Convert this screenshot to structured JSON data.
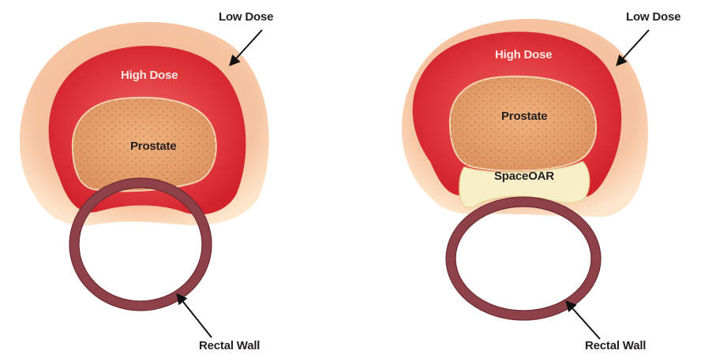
{
  "panels": [
    {
      "id": "without",
      "labels": {
        "low_dose": "Low Dose",
        "high_dose": "High Dose",
        "prostate": "Prostate",
        "rectal_wall": "Rectal Wall"
      }
    },
    {
      "id": "with",
      "labels": {
        "low_dose": "Low Dose",
        "high_dose": "High Dose",
        "prostate": "Prostate",
        "spacer": "SpaceOAR",
        "rectal_wall": "Rectal Wall"
      }
    }
  ],
  "colors": {
    "low_dose": "#f7c8a6",
    "low_dose_rim": "#fbe3c7",
    "high_dose": "#d92a33",
    "high_dose_inner": "#e8555a",
    "prostate": "#e7a46f",
    "prostate_dots": "#a8633a",
    "spacer": "#f7efc8",
    "rectal_wall": "#8e4149",
    "arrow": "#111111"
  }
}
